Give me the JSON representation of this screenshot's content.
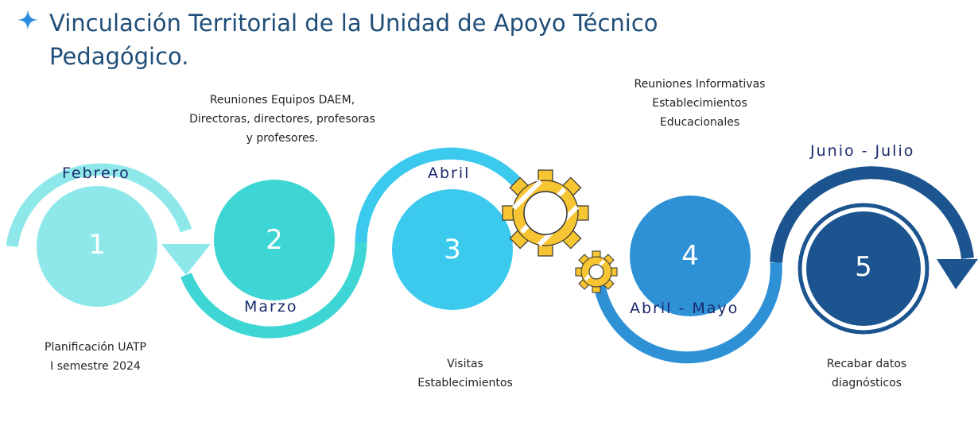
{
  "title": {
    "line1": "Vinculación Territorial de la Unidad de Apoyo Técnico",
    "line2": "Pedagógico."
  },
  "icons": {
    "title": "four-point-star-icon",
    "gear": "gear-icon"
  },
  "colors": {
    "title": "#1f4e79",
    "step1": "#8ee8ea",
    "step2": "#3ed6d4",
    "step3": "#3cc9ee",
    "step4": "#2e91d6",
    "step5": "#1b548f",
    "gear": "#f7c531"
  },
  "steps": [
    {
      "number": "1",
      "month": "Febrero",
      "label": [
        "Planificación UATP",
        "I semestre 2024"
      ]
    },
    {
      "number": "2",
      "month": "Marzo",
      "label": [
        "Reuniones Equipos DAEM,",
        "Directoras, directores, profesoras",
        "y profesores."
      ]
    },
    {
      "number": "3",
      "month": "Abril",
      "label": [
        "Visitas",
        "Establecimientos"
      ]
    },
    {
      "number": "4",
      "month": "Abril - Mayo",
      "label": [
        "Reuniones Informativas",
        "Establecimientos",
        "Educacionales"
      ]
    },
    {
      "number": "5",
      "month": "Junio - Julio",
      "label": [
        "Recabar datos",
        "diagnósticos"
      ]
    }
  ]
}
